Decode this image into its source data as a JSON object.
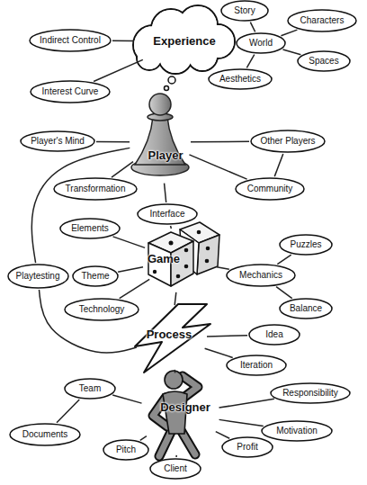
{
  "diagram": {
    "nodes": [
      {
        "text": [
          "Indirect Control"
        ]
      },
      {
        "text": [
          "Story"
        ]
      },
      {
        "text": [
          "Characters"
        ]
      },
      {
        "text": [
          "Experience"
        ]
      },
      {
        "text": [
          "World"
        ]
      },
      {
        "text": [
          "Spaces"
        ]
      },
      {
        "text": [
          "Aesthetics"
        ]
      },
      {
        "text": [
          "Interest Curve"
        ]
      },
      {
        "text": [
          "Player's Mind"
        ]
      },
      {
        "text": [
          "Other Players"
        ]
      },
      {
        "text": [
          "Player"
        ]
      },
      {
        "text": [
          "Transformation"
        ]
      },
      {
        "text": [
          "Community"
        ]
      },
      {
        "text": [
          "Interface"
        ]
      },
      {
        "text": [
          "Elements"
        ]
      },
      {
        "text": [
          "Puzzles"
        ]
      },
      {
        "text": [
          "Game"
        ]
      },
      {
        "text": [
          "Playtesting"
        ]
      },
      {
        "text": [
          "Theme"
        ]
      },
      {
        "text": [
          "Mechanics"
        ]
      },
      {
        "text": [
          "Balance"
        ]
      },
      {
        "text": [
          "Technology"
        ]
      },
      {
        "text": [
          "Process"
        ]
      },
      {
        "text": [
          "Idea"
        ]
      },
      {
        "text": [
          "Iteration"
        ]
      },
      {
        "text": [
          "Team"
        ]
      },
      {
        "text": [
          "Designer"
        ]
      },
      {
        "text": [
          "Responsibility"
        ]
      },
      {
        "text": [
          "Documents"
        ]
      },
      {
        "text": [
          "Motivation"
        ]
      },
      {
        "text": [
          "Pitch"
        ]
      },
      {
        "text": [
          "Profit"
        ]
      },
      {
        "text": [
          "Client"
        ]
      }
    ],
    "edges": [
      {
        "from": 3,
        "to": 0,
        "arrow": "none"
      },
      {
        "from": 3,
        "to": 7,
        "arrow": "none"
      },
      {
        "from": 3,
        "to": 4,
        "arrow": "none"
      },
      {
        "from": 4,
        "to": 1,
        "arrow": "none"
      },
      {
        "from": 4,
        "to": 2,
        "arrow": "none"
      },
      {
        "from": 4,
        "to": 5,
        "arrow": "none"
      },
      {
        "from": 4,
        "to": 6,
        "arrow": "none"
      },
      {
        "from": 10,
        "to": 8,
        "arrow": "none"
      },
      {
        "from": 10,
        "to": 9,
        "arrow": "none"
      },
      {
        "from": 9,
        "to": 12,
        "arrow": "none"
      },
      {
        "from": 10,
        "to": 11,
        "arrow": "none"
      },
      {
        "from": 10,
        "to": 12,
        "arrow": "none"
      },
      {
        "from": 10,
        "to": 13,
        "arrow": "none"
      },
      {
        "from": 13,
        "to": 16,
        "arrow": "none"
      },
      {
        "from": 16,
        "to": 14,
        "arrow": "none"
      },
      {
        "from": 16,
        "to": 18,
        "arrow": "none"
      },
      {
        "from": 16,
        "to": 21,
        "arrow": "none"
      },
      {
        "from": 16,
        "to": 19,
        "arrow": "none"
      },
      {
        "from": 19,
        "to": 15,
        "arrow": "none"
      },
      {
        "from": 19,
        "to": 20,
        "arrow": "none"
      },
      {
        "from": 10,
        "to": 17,
        "arrow": "none"
      },
      {
        "from": 17,
        "to": 22,
        "arrow": "none"
      },
      {
        "from": 16,
        "to": 22,
        "arrow": "none"
      },
      {
        "from": 22,
        "to": 23,
        "arrow": "none"
      },
      {
        "from": 22,
        "to": 24,
        "arrow": "none"
      },
      {
        "from": 22,
        "to": 26,
        "arrow": "none"
      },
      {
        "from": 26,
        "to": 25,
        "arrow": "none"
      },
      {
        "from": 25,
        "to": 28,
        "arrow": "none"
      },
      {
        "from": 26,
        "to": 27,
        "arrow": "none"
      },
      {
        "from": 26,
        "to": 29,
        "arrow": "none"
      },
      {
        "from": 26,
        "to": 30,
        "arrow": "none"
      },
      {
        "from": 26,
        "to": 31,
        "arrow": "none"
      },
      {
        "from": 26,
        "to": 32,
        "arrow": "none"
      }
    ]
  }
}
